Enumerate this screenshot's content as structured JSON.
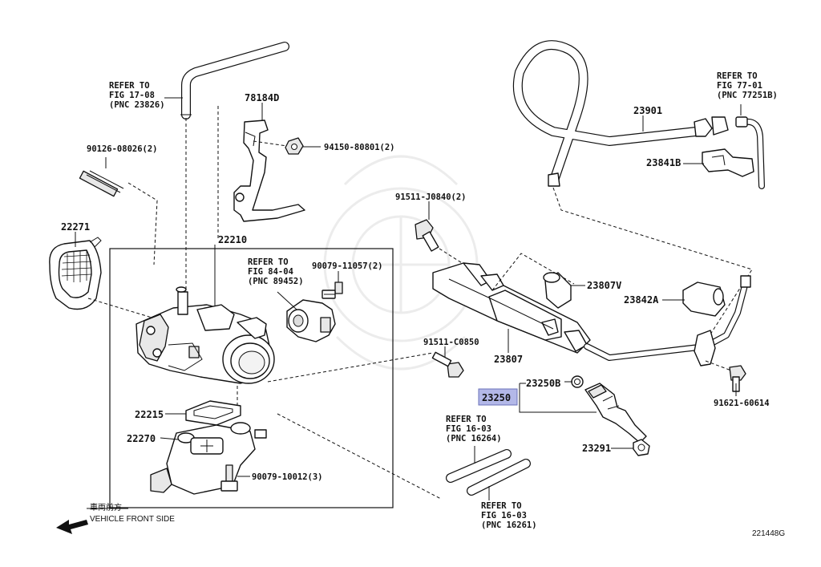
{
  "labels": {
    "refer_17_08": [
      "REFER TO",
      "FIG 17-08",
      "(PNC 23826)"
    ],
    "refer_77_01": [
      "REFER TO",
      "FIG 77-01",
      "(PNC 77251B)"
    ],
    "refer_84_04": [
      "REFER TO",
      "FIG 84-04",
      "(PNC 89452)"
    ],
    "refer_16_03_a": [
      "REFER TO",
      "FIG 16-03",
      "(PNC 16264)"
    ],
    "refer_16_03_b": [
      "REFER TO",
      "FIG 16-03",
      "(PNC 16261)"
    ]
  },
  "parts": {
    "p78184D": "78184D",
    "p94150": "94150-80801(2)",
    "p90126": "90126-08026(2)",
    "p22271": "22271",
    "p22210": "22210",
    "p90079_11057": "90079-11057(2)",
    "p91511_J0840": "91511-J0840(2)",
    "p23901": "23901",
    "p23841B": "23841B",
    "p23807V": "23807V",
    "p23842A": "23842A",
    "p91511_C0850": "91511-C0850",
    "p23807": "23807",
    "p23250B": "23250B",
    "p23250": "23250",
    "p91621": "91621-60614",
    "p22215": "22215",
    "p22270": "22270",
    "p90079_10012": "90079-10012(3)",
    "p23291": "23291"
  },
  "footer": {
    "front_side_jp": "車両前方",
    "front_side_en": "VEHICLE FRONT SIDE",
    "diagram_code": "221448G"
  },
  "highlight_color": "#b3b8e8"
}
